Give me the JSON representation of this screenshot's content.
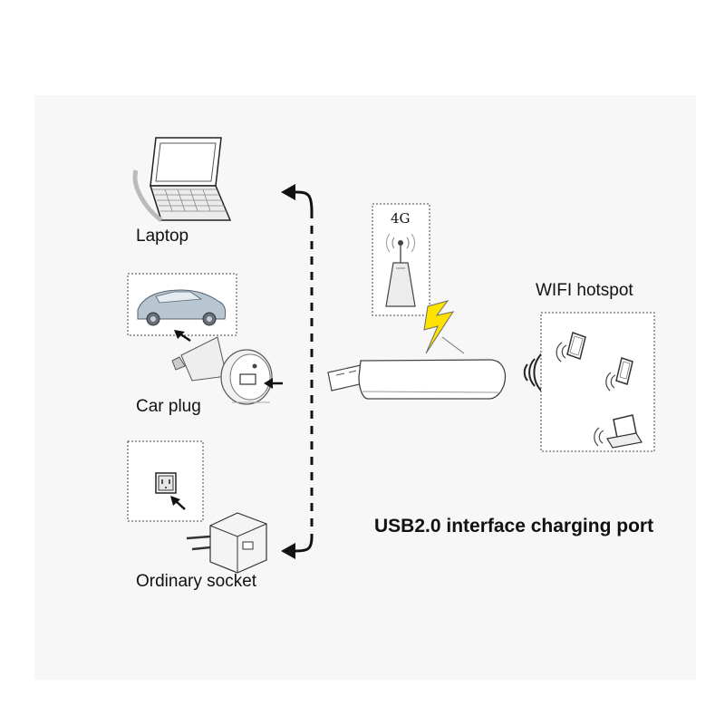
{
  "labels": {
    "laptop": "Laptop",
    "car_plug": "Car plug",
    "ordinary_socket": "Ordinary socket",
    "wifi_hotspot": "WIFI hotspot",
    "network": "4G",
    "usb_interface": "USB2.0 interface charging port"
  },
  "icons": [
    "laptop-icon",
    "car-icon",
    "car-charger-icon",
    "wall-outlet-icon",
    "usb-wall-adapter-icon",
    "cell-tower-icon",
    "lightning-bolt-icon",
    "usb-modem-dongle-icon",
    "wireless-signal-icon",
    "tablet-icon",
    "phone-icon",
    "small-laptop-icon",
    "bracket-arrow-icon"
  ],
  "colors": {
    "background": "#ffffff",
    "panel": "#f7f7f7",
    "line": "#111111",
    "bolt": "#ffe200",
    "car": "#b8c6d2"
  }
}
